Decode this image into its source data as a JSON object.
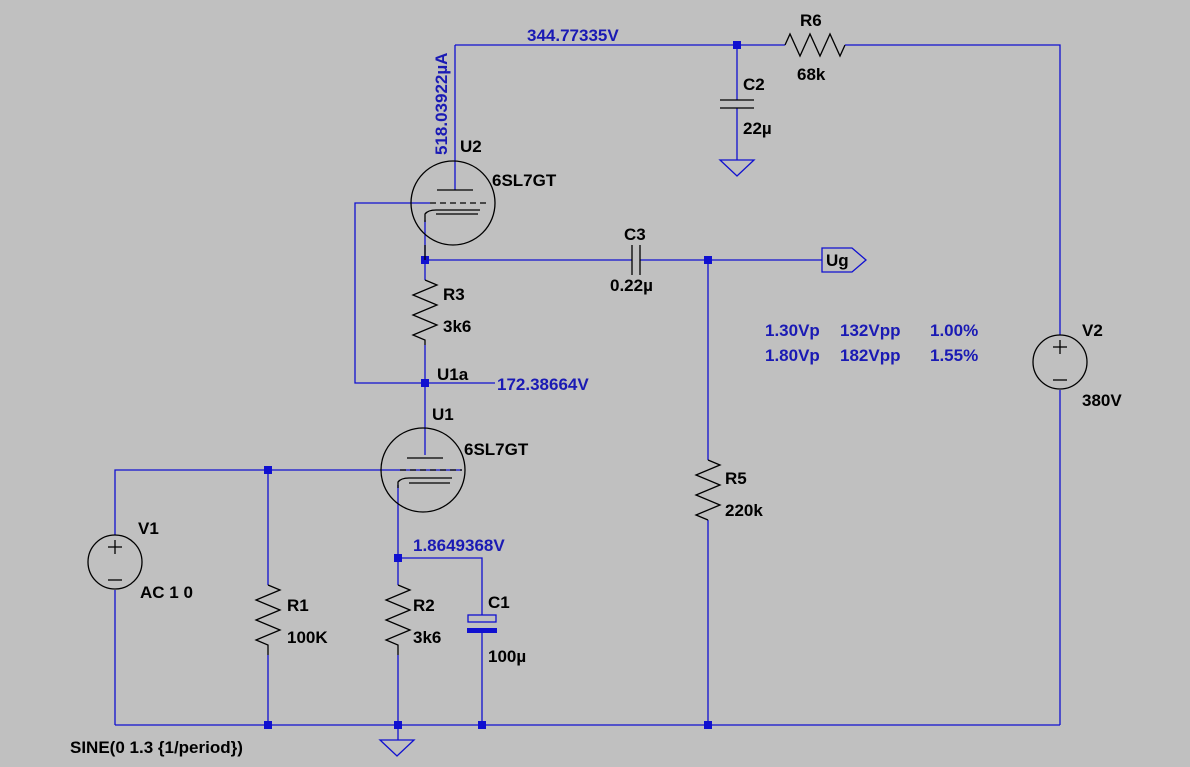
{
  "colors": {
    "background": "#c0c0c0",
    "wire": "#1010d0",
    "junction": "#1010d0",
    "component": "#000000",
    "probe_text": "#1a1ab4"
  },
  "components": {
    "U2": {
      "ref": "U2",
      "value": "6SL7GT"
    },
    "U1": {
      "ref": "U1",
      "value": "6SL7GT"
    },
    "R1": {
      "ref": "R1",
      "value": "100K"
    },
    "R2": {
      "ref": "R2",
      "value": "3k6"
    },
    "R3": {
      "ref": "R3",
      "value": "3k6"
    },
    "R5": {
      "ref": "R5",
      "value": "220k"
    },
    "R6": {
      "ref": "R6",
      "value": "68k"
    },
    "C1": {
      "ref": "C1",
      "value": "100µ"
    },
    "C2": {
      "ref": "C2",
      "value": "22µ"
    },
    "C3": {
      "ref": "C3",
      "value": "0.22µ"
    },
    "V1": {
      "ref": "V1",
      "value": "AC 1 0",
      "source": "SINE(0 1.3 {1/period})"
    },
    "V2": {
      "ref": "V2",
      "value": "380V"
    }
  },
  "nets": {
    "u1a": "U1a",
    "ug": "Ug"
  },
  "probes": {
    "v_supply": "344.77335V",
    "i_anode": "518.03922µA",
    "v_u1a": "172.38664V",
    "v_cathode": "1.8649368V"
  },
  "measurements": [
    {
      "input": "1.30Vp",
      "output": "132Vpp",
      "thd": "1.00%"
    },
    {
      "input": "1.80Vp",
      "output": "182Vpp",
      "thd": "1.55%"
    }
  ]
}
